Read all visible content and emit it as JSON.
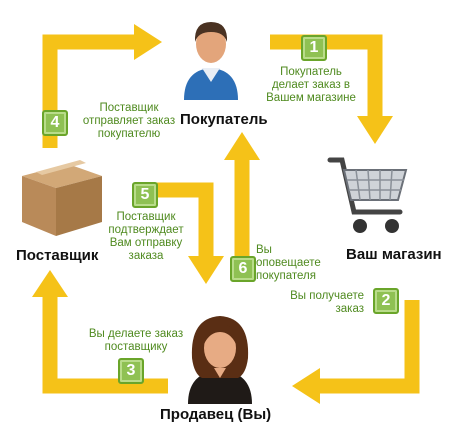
{
  "nodes": {
    "buyer": "Покупатель",
    "shop": "Ваш магазин",
    "supplier": "Поставщик",
    "seller": "Продавец (Вы)"
  },
  "steps": [
    {
      "num": "1",
      "text": "Покупатель делает заказ в Вашем магазине"
    },
    {
      "num": "2",
      "text": "Вы получаете заказ"
    },
    {
      "num": "3",
      "text": "Вы делаете заказ поставщику"
    },
    {
      "num": "4",
      "text": "Поставщик отправляет заказ покупателю"
    },
    {
      "num": "5",
      "text": "Поставщик подтверждает Вам отправку заказа"
    },
    {
      "num": "6",
      "text": "Вы оповещаете покупателя"
    }
  ],
  "colors": {
    "arrow": "#f5c218",
    "badge": "#8fc153",
    "note_text": "#4f8a1f"
  },
  "icons": [
    "man-avatar-icon",
    "shopping-cart-icon",
    "cardboard-box-icon",
    "woman-avatar-icon"
  ]
}
